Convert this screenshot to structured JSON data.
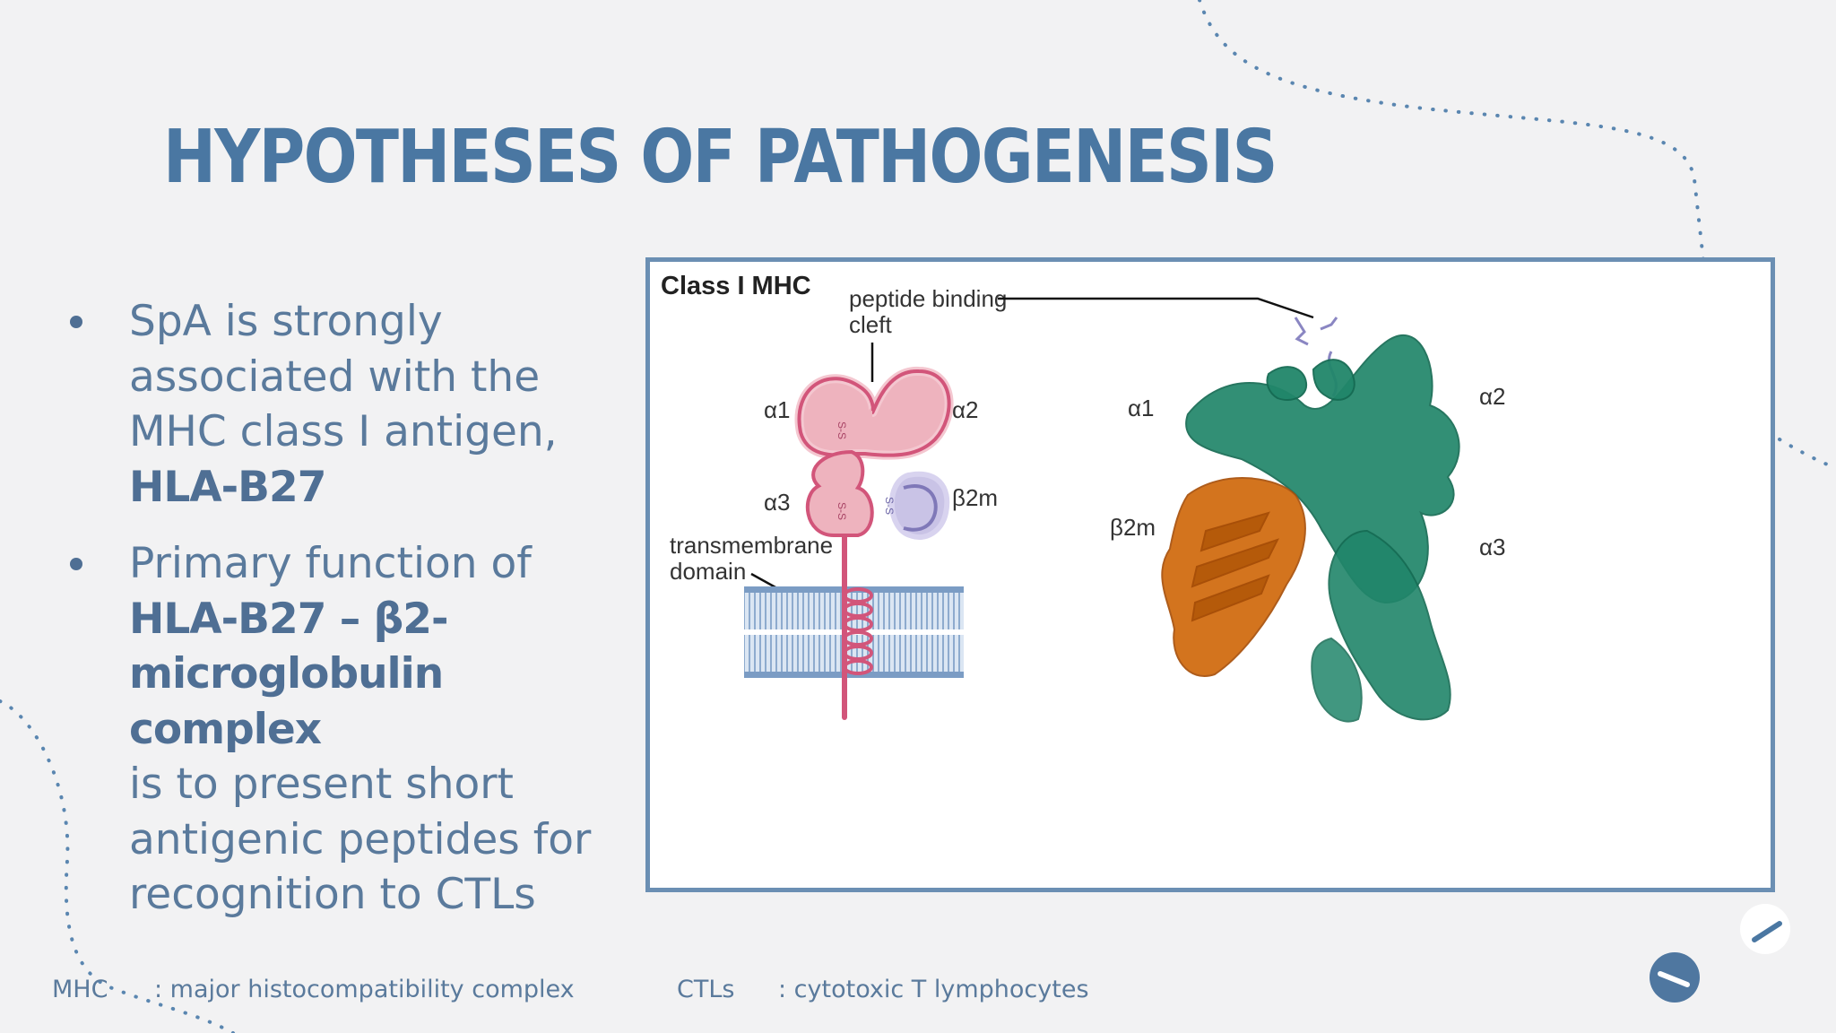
{
  "slide": {
    "title": "HYPOTHESES OF PATHOGENESIS",
    "bullets": [
      {
        "pre": "SpA is strongly associated with the MHC class I antigen,",
        "bold": "HLA-B27",
        "post": ""
      },
      {
        "pre": "Primary function of",
        "bold": "HLA-B27 – β2-microglobulin complex",
        "post": "is to present short antigenic peptides for recognition to CTLs"
      }
    ],
    "colors": {
      "title": "#4a77a2",
      "body_text": "#5a7a9c",
      "frame": "#6b8fb3",
      "background": "#f2f2f3"
    }
  },
  "figure": {
    "heading": "Class I MHC",
    "labels": {
      "peptide_binding": "peptide binding",
      "cleft": "cleft",
      "a1_left": "α1",
      "a2_left": "α2",
      "a3_left": "α3",
      "b2m_left": "β2m",
      "transmembrane": "transmembrane",
      "domain": "domain",
      "ss": "S-S",
      "a1_right": "α1",
      "a2_right": "α2",
      "b2m_right": "β2m",
      "a3_right": "α3"
    },
    "colors": {
      "heavy_chain_fill": "#eeb3be",
      "heavy_chain_stroke": "#d2557a",
      "b2m_fill": "#c9c3e6",
      "b2m_stroke": "#7f78b8",
      "membrane": "#7b9cc4",
      "protein_green": "#21866a",
      "protein_orange": "#d0690c",
      "peptide": "#8a86c2"
    }
  },
  "footer": {
    "mhc_abbr": "MHC",
    "mhc_def": ": major histocompatibility complex",
    "ctl_abbr": "CTLs",
    "ctl_def": ": cytotoxic T lymphocytes"
  },
  "nav": {
    "icons": [
      "next-slide-icon",
      "previous-slide-icon"
    ]
  }
}
